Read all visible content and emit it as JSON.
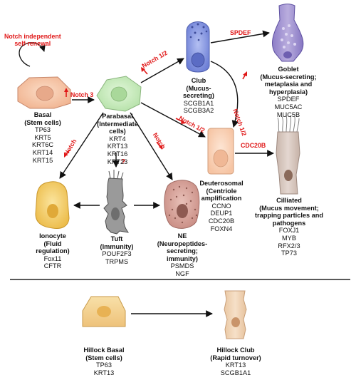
{
  "notch_self_renewal": "Notch independent\nself-renewal",
  "cells": {
    "basal": {
      "title": [
        "Basal",
        "(Stem cells)"
      ],
      "markers": [
        "TP63",
        "KRT5",
        "KRT6C",
        "KRT14",
        "KRT15"
      ]
    },
    "parabasal": {
      "title": [
        "Parabasal",
        "(Intermediate",
        "cells)"
      ],
      "markers": [
        "KRT4",
        "KRT13",
        "KRT16",
        "KRT23"
      ]
    },
    "club": {
      "title": [
        "Club",
        "(Mucus-",
        "secreting)"
      ],
      "markers": [
        "SCGB1A1",
        "SCGB3A2"
      ]
    },
    "goblet": {
      "title": [
        "Goblet",
        "(Mucus-secreting;",
        "metaplasia and",
        "hyperplasia)"
      ],
      "markers": [
        "SPDEF",
        "MUC5AC",
        "MUC5B"
      ]
    },
    "deuterosomal": {
      "title": [
        "Deuterosomal",
        "(Centriole",
        "amplification"
      ],
      "markers": [
        "CCNO",
        "DEUP1",
        "CDC20B",
        "FOXN4"
      ]
    },
    "ciliated": {
      "title": [
        "Cilliated",
        "(Mucus movement;",
        "trapping particles and",
        "pathogens"
      ],
      "markers": [
        "FOXJ1",
        "MYB",
        "RFX2/3",
        "TP73"
      ]
    },
    "ionocyte": {
      "title": [
        "Ionocyte",
        "(Fluid",
        "regulation)"
      ],
      "markers": [
        "Fox11",
        "CFTR"
      ]
    },
    "tuft": {
      "title": [
        "Tuft",
        "(Immunity)"
      ],
      "markers": [
        "POUF2F3",
        "TRPMS"
      ]
    },
    "ne": {
      "title": [
        "NE",
        "(Neuropeptides-",
        "secreting;",
        "immunity)"
      ],
      "markers": [
        "PSMDS",
        "NGF"
      ]
    },
    "hillock_basal": {
      "title": [
        "Hillock Basal",
        "(Stem cells)"
      ],
      "markers": [
        "TP63",
        "KRT13"
      ]
    },
    "hillock_club": {
      "title": [
        "Hillock Club",
        "(Rapid turnover)"
      ],
      "markers": [
        "KRT13",
        "SCGB1A1"
      ]
    }
  },
  "arrow_labels": {
    "notch3": "Notch 3",
    "notch12_club": "Notch 1/2",
    "spdef": "SPDEF",
    "notch12_deut": "Notch 1/2",
    "notch12_goblet": "Notch 1/2",
    "cdc20b": "CDC20B",
    "notch_iono": "Notch",
    "notch_ne": "Notch",
    "tuft_q": "?"
  },
  "colors": {
    "basal": "#f7c6a8",
    "parabasal": "#c9ecc0",
    "club": "#8c9de6",
    "goblet": "#a99ad8",
    "deuterosomal": "#fbd6bd",
    "ciliated": "#d8c8c0",
    "ionocyte": "#f5d374",
    "tuft": "#9a9a9a",
    "ne": "#d9a8a0",
    "hillock_basal": "#f2d190",
    "hillock_club": "#f0d4b4",
    "signal_red": "#e01818"
  }
}
